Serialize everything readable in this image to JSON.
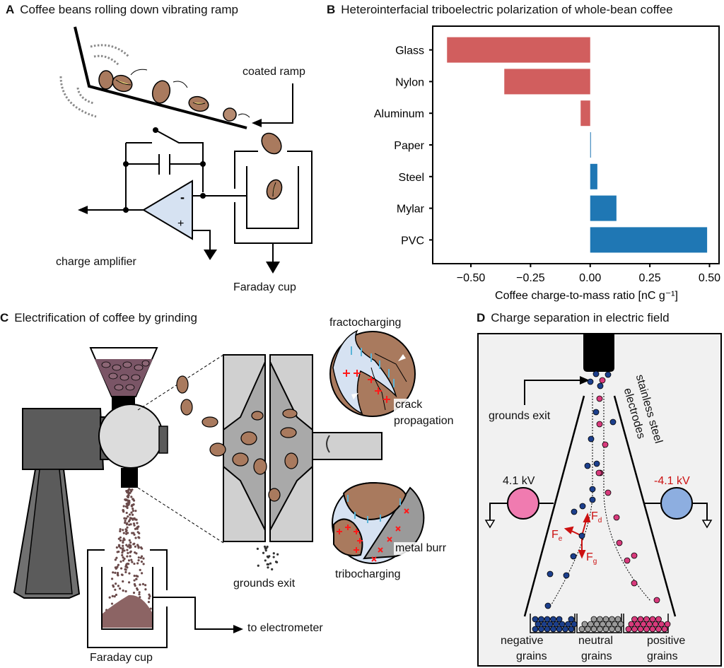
{
  "panels": {
    "a": {
      "letter": "A",
      "title": "Coffee beans rolling down vibrating ramp",
      "labels": {
        "coated_ramp": "coated ramp",
        "charge_amplifier": "charge amplifier",
        "faraday_cup": "Faraday cup",
        "minus": "-",
        "plus": "+"
      }
    },
    "b": {
      "letter": "B",
      "title": "Heterointerfacial triboelectric polarization of whole-bean coffee"
    },
    "c": {
      "letter": "C",
      "title": "Electrification of coffee by grinding",
      "labels": {
        "fractocharging": "fractocharging",
        "crack": "crack",
        "propagation": "propagation",
        "metal_burr": "metal burr",
        "tribocharging": "tribocharging",
        "grounds_exit": "grounds exit",
        "to_electrometer": "to electrometer",
        "faraday_cup": "Faraday cup"
      }
    },
    "d": {
      "letter": "D",
      "title": "Charge separation in electric field",
      "labels": {
        "grounds_exit": "grounds exit",
        "electrodes_line1": "stainless steel",
        "electrodes_line2": "electrodes",
        "left_voltage": "4.1 kV",
        "right_voltage": "-4.1 kV",
        "fd": "F",
        "fd_sub": "d",
        "fe": "F",
        "fe_sub": "e",
        "fg": "F",
        "fg_sub": "g",
        "negative_1": "negative",
        "negative_2": "grains",
        "neutral_1": "neutral",
        "neutral_2": "grains",
        "positive_1": "positive",
        "positive_2": "grains"
      }
    }
  },
  "colors": {
    "negative_bar": "#d15e5e",
    "positive_bar": "#1f77b4",
    "bean": "#a97a5e",
    "op_amp_fill": "#d6e2f2",
    "positive_grain": "#d83a7c",
    "negative_grain": "#1c3f8c",
    "neutral_grain": "#9a9a9a",
    "left_source": "#f07bb0",
    "right_source": "#8daee0",
    "annotation_red": "#cc1111",
    "panel_d_bg": "#f1f1f1"
  },
  "chart_data": {
    "type": "bar",
    "orientation": "horizontal",
    "title": "Heterointerfacial triboelectric polarization of whole-bean coffee",
    "xlabel": "Coffee charge-to-mass ratio [nC g⁻¹]",
    "ylabel": "",
    "categories": [
      "Glass",
      "Nylon",
      "Aluminum",
      "Paper",
      "Steel",
      "Mylar",
      "PVC"
    ],
    "values": [
      -0.6,
      -0.36,
      -0.04,
      0.002,
      0.03,
      0.11,
      0.49
    ],
    "xlim": [
      -0.66,
      0.54
    ],
    "xticks": [
      -0.5,
      -0.25,
      0.0,
      0.25,
      0.5
    ],
    "xtick_labels": [
      "−0.50",
      "−0.25",
      "0.00",
      "0.25",
      "0.50"
    ],
    "grid": false,
    "legend": "none"
  }
}
